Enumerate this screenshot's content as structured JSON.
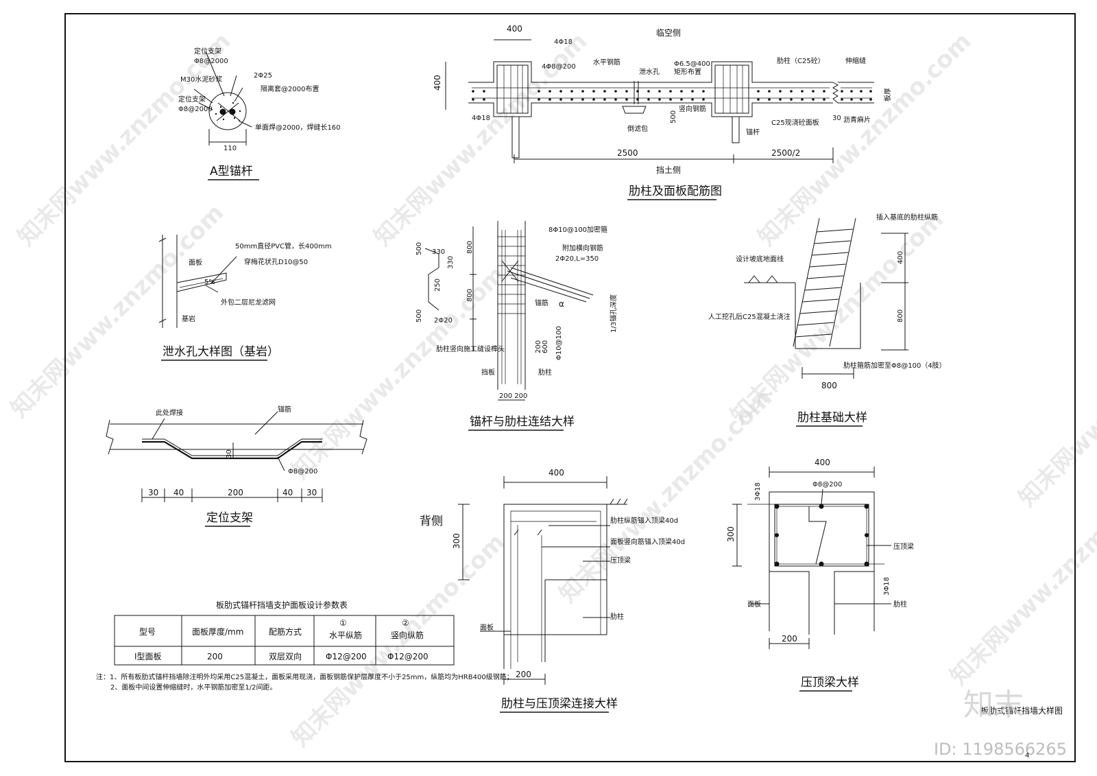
{
  "sheet": {
    "title": "板肋式锚杆挡墙大样图",
    "page_no": "4",
    "logo_text": "知末",
    "id_text": "ID: 1198566265",
    "watermark_text": "知末网www.znzmo.com"
  },
  "anchor_a": {
    "title": "A型锚杆",
    "labels": {
      "support1": "定位支架",
      "support1_spec": "Φ8@2000",
      "grout": "M30水泥砂浆",
      "support2": "定位支架",
      "support2_spec": "Φ8@2000",
      "bars": "2Φ25",
      "sleeve": "隔离套@2000布置",
      "weld": "单面焊@2000，焊缝长160",
      "dim": "110"
    }
  },
  "rib_panel": {
    "title": "肋柱及面板配筋图",
    "top_side": "临空侧",
    "bottom_side": "挡土侧",
    "labels": {
      "d400": "400",
      "d400v": "400",
      "bars_top": "4Φ18",
      "bars_bot": "4Φ18",
      "stirrup": "4Φ8@200",
      "horiz": "水平钢筋",
      "drain": "泄水孔",
      "tie": "Φ6.5@400",
      "tie2": "矩形布置",
      "rib": "肋柱（C25砼）",
      "joint": "伸缩缝",
      "thick": "板厚",
      "vert": "竖向钢筋",
      "anchor": "锚杆",
      "panel": "C25现浇砼面板",
      "filter": "倒滤包",
      "asphalt": "沥青麻片",
      "d30": "30",
      "d500": "500",
      "d2500": "2500",
      "d2500h": "2500/2"
    }
  },
  "drain_hole": {
    "title": "泄水孔大样图（基岩）",
    "labels": {
      "pvc": "50mm直径PVC管，长400mm",
      "gravel": "穿梅花状孔D10@50",
      "panel": "面板",
      "slope": "5%",
      "wrap": "外包二层尼龙滤网",
      "rock": "基岩"
    }
  },
  "locator": {
    "title": "定位支架",
    "labels": {
      "weld": "此处焊接",
      "bar": "锚筋",
      "spec": "Φ8@200",
      "h30": "30"
    },
    "dims": [
      "30",
      "40",
      "200",
      "40",
      "30"
    ]
  },
  "anchor_rib": {
    "title": "锚杆与肋柱连结大样",
    "labels": {
      "stir": "8Φ10@100加密箍",
      "add": "附加横向钢筋",
      "add2": "2Φ20,L=350",
      "anchor": "锚筋",
      "alpha": "α",
      "third": "1/3锚孔深度",
      "joint": "肋柱竖向施工缝设榫头",
      "plate": "挡板",
      "rib": "肋柱",
      "d800a": "800",
      "d800b": "800",
      "d500a": "500",
      "d500b": "500",
      "d330a": "330",
      "d330b": "330",
      "d250": "250",
      "d2f20": "2Φ20",
      "d200": "200",
      "d600": "600",
      "stir2": "Φ10@100",
      "d200200": "200 200"
    }
  },
  "rib_found": {
    "title": "肋柱基础大样",
    "labels": {
      "insert": "插入基底的肋柱纵筋",
      "ground": "设计坡底地面线",
      "pile": "人工挖孔后C25混凝土浇注",
      "stir": "肋柱箍筋加密至Φ8@100（4肢）",
      "d400": "400",
      "d800": "800",
      "dw": "800"
    }
  },
  "table": {
    "caption": "板肋式锚杆挡墙支护面板设计参数表",
    "headers": [
      "型号",
      "面板厚度/mm",
      "配筋方式",
      "①\n水平纵筋",
      "②\n竖向纵筋"
    ],
    "h4a": "①",
    "h4b": "水平纵筋",
    "h5a": "②",
    "h5b": "竖向纵筋",
    "row": [
      "I型面板",
      "200",
      "双层双向",
      "Φ12@200",
      "Φ12@200"
    ],
    "note1": "注：1、所有板肋式锚杆挡墙除注明外均采用C25混凝土，面板采用现浇，面板钢筋保护层厚度不小于25mm，纵筋均为HRB400级钢筋；",
    "note2": "2、面板中间设置伸缩缝时，水平钢筋加密至1/2间距。"
  },
  "rib_beam": {
    "title": "肋柱与压顶梁连接大样",
    "labels": {
      "back": "背侧",
      "d400": "400",
      "d300": "300",
      "d200": "200",
      "l1": "肋柱纵筋锚入顶梁40d",
      "l2": "面板竖向筋锚入顶梁40d",
      "l3": "压顶梁",
      "l4": "肋柱",
      "l5": "面板"
    }
  },
  "cap_beam": {
    "title": "压顶梁大样",
    "labels": {
      "d400": "400",
      "d300": "300",
      "d200": "200",
      "top": "3Φ18",
      "bot": "3Φ18",
      "stir": "Φ8@200",
      "beam": "压顶梁",
      "rib": "肋柱",
      "panel": "面板"
    }
  }
}
